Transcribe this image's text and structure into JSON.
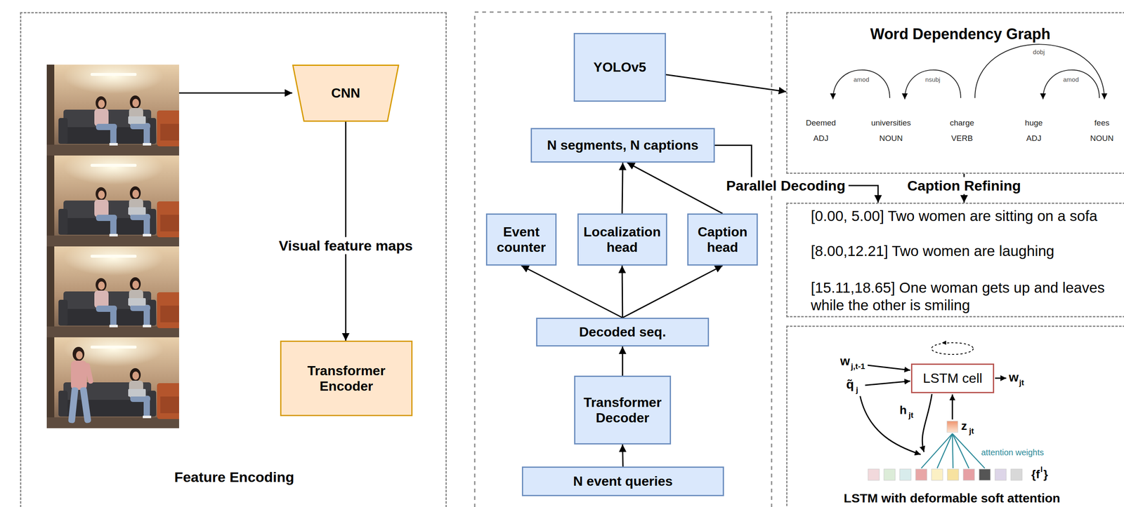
{
  "diagram": {
    "nodes": [
      {
        "text": [
          "Feature Encoding"
        ]
      },
      {
        "text": [
          "CNN"
        ],
        "in": 0
      },
      {
        "text": [
          "Transformer Encoder"
        ],
        "in": 0
      },
      {
        "text": [
          "YOLOv5"
        ]
      },
      {
        "text": [
          "N segments, N captions"
        ]
      },
      {
        "text": [
          "Event counter"
        ]
      },
      {
        "text": [
          "Localization head"
        ]
      },
      {
        "text": [
          "Caption head"
        ]
      },
      {
        "text": [
          "Decoded seq."
        ]
      },
      {
        "text": [
          "Transformer Decoder"
        ]
      },
      {
        "text": [
          "N event queries"
        ]
      },
      {
        "text": [
          "Word Dependency Graph"
        ]
      },
      {
        "text": [
          "[0.00, 5.00] Two women are sitting on a sofa",
          "[8.00,12.21] Two women are laughing",
          "[15.11,18.65] One woman gets up and leaves while the other is smiling"
        ]
      },
      {
        "text": [
          "LSTM with deformable soft attention"
        ]
      },
      {
        "text": [
          "LSTM cell"
        ],
        "in": 13
      }
    ],
    "edges": [
      {
        "from": 1,
        "to": 2,
        "arrow": "to",
        "label": "Visual feature maps"
      },
      {
        "from": 3,
        "to": 11,
        "arrow": "to"
      },
      {
        "from": 10,
        "to": 9,
        "arrow": "to"
      },
      {
        "from": 9,
        "to": 8,
        "arrow": "to"
      },
      {
        "from": 8,
        "to": 5,
        "arrow": "to"
      },
      {
        "from": 8,
        "to": 6,
        "arrow": "to"
      },
      {
        "from": 8,
        "to": 7,
        "arrow": "to"
      },
      {
        "from": 6,
        "to": 4,
        "arrow": "to"
      },
      {
        "from": 7,
        "to": 4,
        "arrow": "to"
      },
      {
        "from": 4,
        "to": 12,
        "arrow": "to",
        "label": "Parallel Decoding"
      },
      {
        "from": 11,
        "to": 12,
        "arrow": "to",
        "label": "Caption Refining"
      }
    ],
    "labels": [
      "amod",
      "nsubj",
      "dobj",
      "amod",
      "Deemed",
      "universities",
      "charge",
      "huge",
      "fees",
      "ADJ",
      "NOUN",
      "VERB",
      "ADJ",
      "NOUN",
      "w",
      "j,t-1",
      "q̃",
      "j",
      "w",
      "jt",
      "h",
      "jt",
      "z",
      "jt",
      "attention weights",
      "{f",
      "l",
      "}"
    ]
  }
}
